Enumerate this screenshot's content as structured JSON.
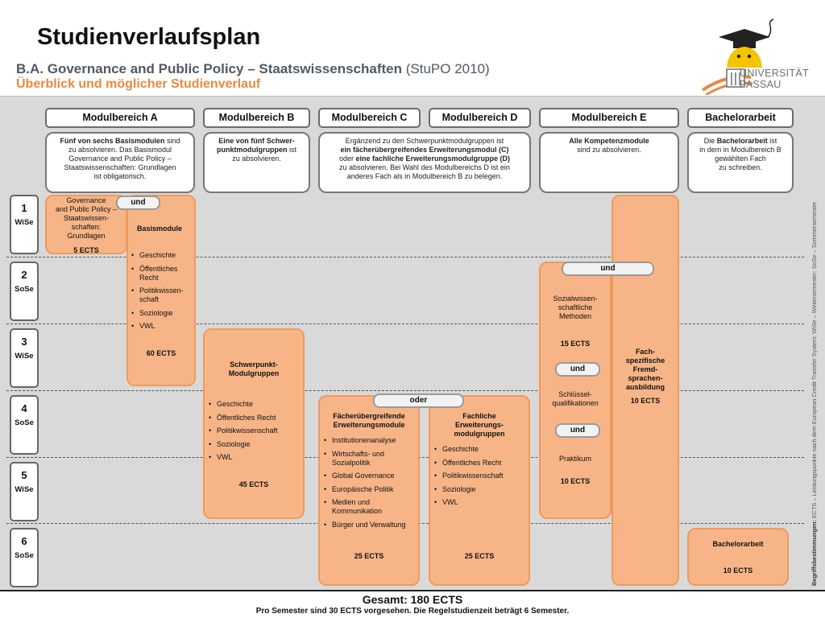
{
  "header": {
    "title": "Studienverlaufsplan",
    "subtitle_bold": "B.A. Governance and Public Policy – Staatswissenschaften",
    "subtitle_normal": "(StuPO 2010)",
    "subtitle2": "Überblick und möglicher Studienverlauf"
  },
  "logo": {
    "line1": "UNIVERSITÄT",
    "line2": "PASSAU"
  },
  "modules": {
    "a": {
      "title": "Modulbereich A",
      "desc_bold": "Fünf von sechs Basismodulen",
      "desc_1": "sind",
      "desc_2": "zu absolvieren. Das Basismodul",
      "desc_3": "Governance and Public Policy –",
      "desc_4": "Staatswissenschaften: Grundlagen",
      "desc_5": "ist obligatorisch."
    },
    "b": {
      "title": "Modulbereich B",
      "desc_bold1": "Eine von fünf Schwer-",
      "desc_bold2": "punktmodulgruppen",
      "desc_1": "ist",
      "desc_2": "zu absolvieren."
    },
    "c": {
      "title": "Modulbereich C"
    },
    "d": {
      "title": "Modulbereich D"
    },
    "cd": {
      "line1": "Ergänzend zu den Schwerpunktmodulgruppen ist",
      "line2_bold": "ein fächerübergreifendes Erweiterungsmodul (C)",
      "line3_pre": "oder",
      "line3_bold": "eine fachliche Erweiterungsmodulgruppe (D)",
      "line4": "zu absolvieren. Bei Wahl des Modulbereichs D ist ein",
      "line5": "anderes Fach als in Modulbereich B zu belegen."
    },
    "e": {
      "title": "Modulbereich E",
      "desc_bold": "Alle Kompetenzmodule",
      "desc_1": "sind zu absolvieren."
    },
    "ba": {
      "title": "Bachelorarbeit",
      "desc_pre": "Die",
      "desc_bold": "Bachelorarbeit",
      "desc_1": "ist",
      "desc_2": "in dem in Modulbereich B",
      "desc_3": "gewählten Fach",
      "desc_4": "zu schreiben."
    }
  },
  "semesters": [
    {
      "num": "1",
      "label": "WiSe"
    },
    {
      "num": "2",
      "label": "SoSe"
    },
    {
      "num": "3",
      "label": "WiSe"
    },
    {
      "num": "4",
      "label": "SoSe"
    },
    {
      "num": "5",
      "label": "WiSe"
    },
    {
      "num": "6",
      "label": "SoSe"
    }
  ],
  "boxes": {
    "governance": {
      "lines": [
        "Governance",
        "and Public Policy –",
        "Staatswissen-",
        "schaften:",
        "Grundlagen"
      ],
      "ects": "5 ECTS"
    },
    "und1": "und",
    "basismodule": {
      "title": "Basismodule",
      "items": [
        "Geschichte",
        "Öffentliches Recht",
        "Politikwissen-schaft",
        "Soziologie",
        "VWL"
      ],
      "ects": "60 ECTS"
    },
    "schwerpunkt": {
      "title1": "Schwerpunkt-",
      "title2": "Modulgruppen",
      "items": [
        "Geschichte",
        "Öffentliches Recht",
        "Politikwissenschaft",
        "Soziologie",
        "VWL"
      ],
      "ects": "45 ECTS"
    },
    "oder": "oder",
    "faecher": {
      "title1": "Fächerübergreifende",
      "title2": "Erweiterungsmodule",
      "items": [
        "Institutionenanalyse",
        "Wirtschafts- und Sozialpolitik",
        "Global Governance",
        "Europäische Politik",
        "Medien und Kommunikation",
        "Bürger und Verwaltung"
      ],
      "ects": "25 ECTS"
    },
    "fachliche": {
      "title1": "Fachliche",
      "title2": "Erweiterungs-",
      "title3": "modulgruppen",
      "items": [
        "Geschichte",
        "Öffentliches Recht",
        "Politikwissenschaft",
        "Soziologie",
        "VWL"
      ],
      "ects": "25 ECTS"
    },
    "kompetenz": {
      "und_top": "und",
      "sozial1": "Sozialwissen-",
      "sozial2": "schaftliche",
      "sozial3": "Methoden",
      "sozial_ects": "15 ECTS",
      "und_mid": "und",
      "schl1": "Schlüssel-",
      "schl2": "qualifikationen",
      "und_low": "und",
      "praktikum": "Praktikum",
      "praktikum_ects": "10 ECTS"
    },
    "fremd": {
      "l1": "Fach-",
      "l2": "spezifische",
      "l3": "Fremd-",
      "l4": "sprachen-",
      "l5": "ausbildung",
      "ects": "10 ECTS"
    },
    "bachelorarbeit": {
      "title": "Bachelorarbeit",
      "ects": "10 ECTS"
    }
  },
  "side_note": {
    "bold": "Begriffsbestimmungen:",
    "text": "ECTS – Leistungspunkte nach dem European Credit Transfer System; WiSe – Wintersemester; SoSe – Sommersemester"
  },
  "footer": {
    "total": "Gesamt: 180 ECTS",
    "note": "Pro Semester sind 30 ECTS vorgesehen. Die Regelstudienzeit beträgt 6 Semester."
  },
  "colors": {
    "accent_orange": "#e8893f",
    "box_fill": "#f7b587",
    "box_border": "#ef9a5c",
    "panel_gray": "#d9d9d9"
  }
}
